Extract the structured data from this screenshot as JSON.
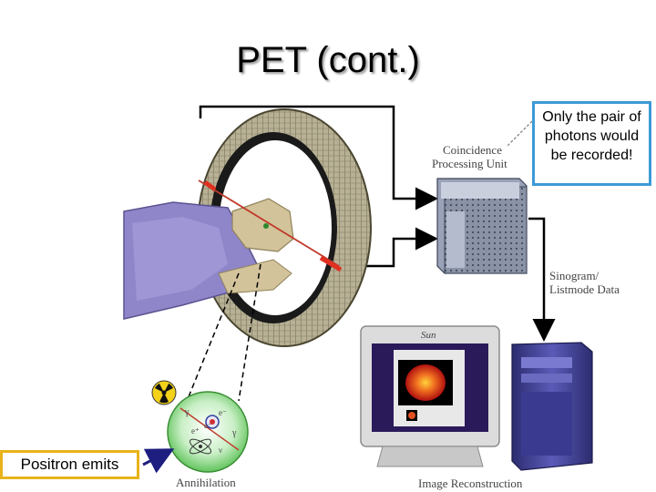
{
  "slide": {
    "title": "PET (cont.)"
  },
  "labels": {
    "coincidence_line1": "Coincidence",
    "coincidence_line2": "Processing Unit",
    "sinogram_line1": "Sinogram/",
    "sinogram_line2": "Listmode Data",
    "annihilation": "Annihilation",
    "image_reconstruction": "Image Reconstruction",
    "sun_logo": "Sun"
  },
  "particles": {
    "gamma_1": "γ",
    "gamma_2": "γ",
    "electron_1": "e⁻",
    "positron": "e⁺",
    "electron_2": "e⁻",
    "neutrino": "ν"
  },
  "callout": {
    "text": "Only the pair of photons would be recorded!"
  },
  "positron_box": {
    "text": "Positron emits"
  },
  "colors": {
    "ring": "#8a8468",
    "patient": "#8f86c9",
    "head": "#d2c39a",
    "photon_line": "#c0392b",
    "callout_border": "#3d9ad6",
    "positron_border": "#e8b21a",
    "annihilation_circle": "#7ed07a",
    "workstation": "#4a4aa0"
  },
  "icons": [
    "radiation-icon",
    "sun-logo-icon"
  ]
}
